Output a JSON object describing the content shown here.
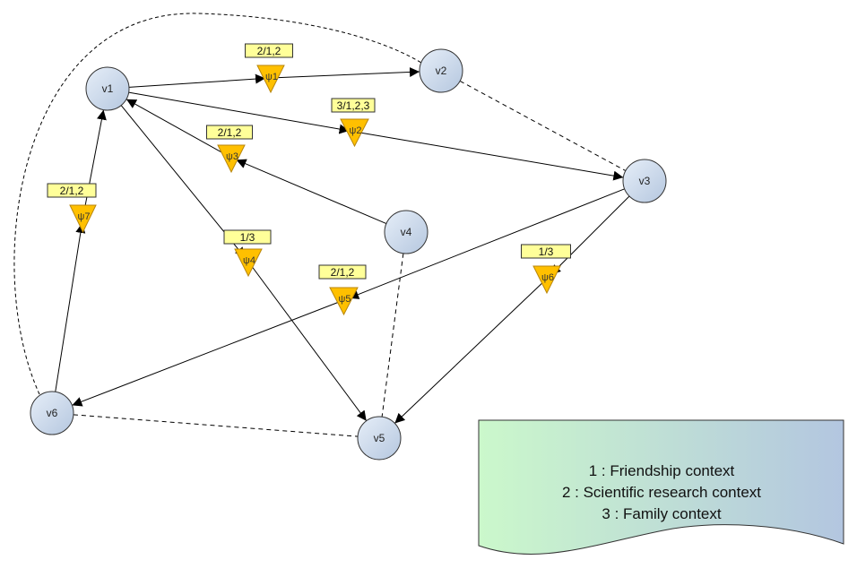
{
  "diagram": {
    "title": "Multi-context social graph",
    "colors": {
      "node_fill_start": "#e4ecf7",
      "node_fill_end": "#b8c9e0",
      "node_stroke": "#333333",
      "triangle_fill": "#ffc000",
      "triangle_stroke": "#b8860b",
      "label_box_fill": "#ffff99",
      "label_box_stroke": "#333333",
      "edge": "#000000",
      "legend_fill_start": "#c8f7c8",
      "legend_fill_end": "#b4c8e0"
    },
    "nodes": [
      {
        "id": "v1",
        "label": "v1"
      },
      {
        "id": "v2",
        "label": "v2"
      },
      {
        "id": "v3",
        "label": "v3"
      },
      {
        "id": "v4",
        "label": "v4"
      },
      {
        "id": "v5",
        "label": "v5"
      },
      {
        "id": "v6",
        "label": "v6"
      }
    ],
    "relations": [
      {
        "id": "psi1",
        "symbol": "ψ1",
        "from": "v1",
        "to": "v2",
        "contexts": "2/1,2"
      },
      {
        "id": "psi2",
        "symbol": "ψ2",
        "from": "v1",
        "to": "v3",
        "contexts": "3/1,2,3"
      },
      {
        "id": "psi3",
        "symbol": "ψ3",
        "from": "v4",
        "to": "v1",
        "contexts": "2/1,2"
      },
      {
        "id": "psi4",
        "symbol": "ψ4",
        "from": "v1",
        "to": "v5",
        "contexts": "1/3"
      },
      {
        "id": "psi5",
        "symbol": "ψ5",
        "from": "v3",
        "to": "v6",
        "contexts": "2/1,2"
      },
      {
        "id": "psi6",
        "symbol": "ψ6",
        "from": "v3",
        "to": "v5",
        "contexts": "1/3"
      },
      {
        "id": "psi7",
        "symbol": "ψ7",
        "from": "v6",
        "to": "v1",
        "contexts": "2/1,2"
      }
    ],
    "dashed_links": [
      {
        "from": "v6",
        "to": "v2",
        "style": "curved"
      },
      {
        "from": "v2",
        "to": "v3",
        "style": "straight"
      },
      {
        "from": "v4",
        "to": "v5",
        "style": "straight"
      },
      {
        "from": "v6",
        "to": "v5",
        "style": "straight"
      }
    ],
    "legend": {
      "items": [
        "1 : Friendship context",
        "2 : Scientific research context",
        "3 : Family context"
      ]
    }
  }
}
